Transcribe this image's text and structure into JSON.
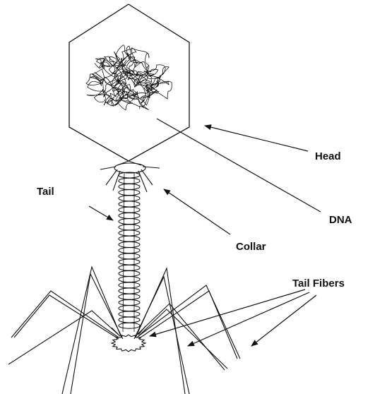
{
  "labels": {
    "head": "Head",
    "dna": "DNA",
    "tail": "Tail",
    "collar": "Collar",
    "tail_fibers": "Tail Fibers"
  },
  "colors": {
    "ink": "#111111",
    "background": "#ffffff"
  }
}
